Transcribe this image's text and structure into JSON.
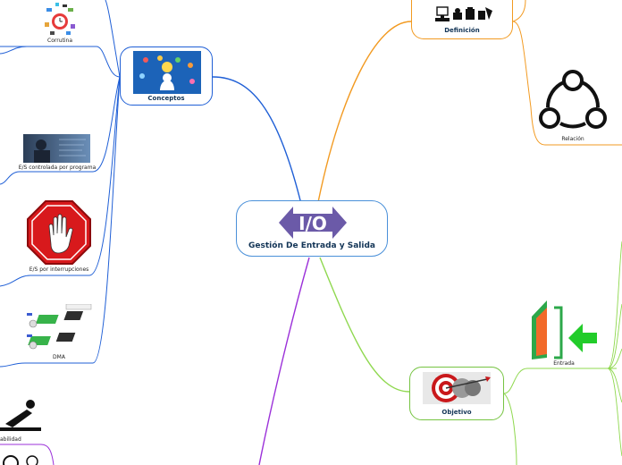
{
  "root": {
    "title": "Gestión De Entrada y Salida",
    "logo_text": "I/O"
  },
  "conceptos": {
    "label": "Conceptos",
    "children": [
      "Corrutina",
      "E/S controlada por programa",
      "E/S por interrupciones",
      "DMA"
    ]
  },
  "definicion": {
    "label": "Definición",
    "children": [
      "Relación"
    ]
  },
  "objetivo": {
    "label": "Objetivo",
    "children": [
      "Entrada"
    ]
  },
  "partial": {
    "left_label": "abilidad"
  },
  "colors": {
    "blue": "#1f5fd6",
    "orange": "#f29a21",
    "green": "#8fd84f",
    "purple": "#9b30d9",
    "root_border": "#4a90d9"
  }
}
